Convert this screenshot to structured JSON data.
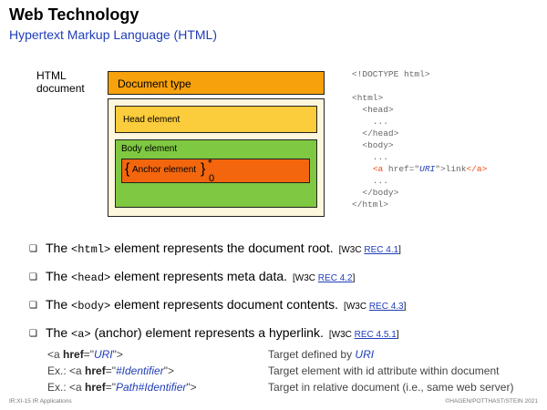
{
  "slide": {
    "title": "Web Technology",
    "subtitle": "Hypertext Markup Language (HTML)"
  },
  "diagram": {
    "html_label_line1": "HTML",
    "html_label_line2": "document",
    "doctype_label": "Document type",
    "head_label": "Head element",
    "body_label": "Body element",
    "anchor_label": "Anchor element",
    "multiplicity_super": "*",
    "multiplicity_sub": "0",
    "brace_open": "{",
    "brace_close": "}"
  },
  "code_lines": {
    "l1": "<!DOCTYPE html>",
    "l2": "<html>",
    "l3": "  <head>",
    "l4": "    ...",
    "l5": "  </head>",
    "l6": "  <body>",
    "l7": "    ...",
    "l8_prefix": "    ",
    "l8_open": "<a",
    "l8_attr": " href=\"",
    "l8_uri": "URI",
    "l8_mid": "\">link",
    "l8_close": "</a>",
    "l9": "    ...",
    "l10": "  </body>",
    "l11": "</html>"
  },
  "bullets": [
    {
      "pre": "The ",
      "tag": "<html>",
      "post": " element represents the document root.",
      "ref_prefix": "[W3C ",
      "ref_link": "REC 4.1",
      "ref_suffix": "]"
    },
    {
      "pre": "The ",
      "tag": "<head>",
      "post": " element represents meta data.",
      "ref_prefix": "[W3C ",
      "ref_link": "REC 4.2",
      "ref_suffix": "]"
    },
    {
      "pre": "The ",
      "tag": "<body>",
      "post": " element represents document contents.",
      "ref_prefix": "[W3C ",
      "ref_link": "REC 4.3",
      "ref_suffix": "]"
    },
    {
      "pre": "The ",
      "tag": "<a>",
      "post": " (anchor) element represents a hyperlink.",
      "ref_prefix": "[W3C ",
      "ref_link": "REC 4.5.1",
      "ref_suffix": "]"
    }
  ],
  "bullet_marker": "❑",
  "examples": [
    {
      "prefix": "<a ",
      "attr": "href",
      "eq": "=\"",
      "val": "URI",
      "end": "\">",
      "desc_pre": "Target defined by ",
      "desc_it": "URI"
    },
    {
      "prefix": "Ex.: <a ",
      "attr": "href",
      "eq": "=\"",
      "val": "#Identifier",
      "end": "\">",
      "desc_pre": "Target element with id attribute within document",
      "desc_it": ""
    },
    {
      "prefix": "Ex.: <a ",
      "attr": "href",
      "eq": "=\"",
      "val": "Path#Identifier",
      "end": "\">",
      "desc_pre": "Target in relative document (i.e., same web server)",
      "desc_it": ""
    }
  ],
  "footer": {
    "left": "IR:XI-15   IR Applications",
    "right": "©HAGEN/POTTHAST/STEIN 2021"
  },
  "colors": {
    "title_blue": "#1f3db8",
    "doctype_orange": "#f7a10c",
    "head_yellow": "#fbcc3c",
    "body_green": "#7fc842",
    "anchor_orange": "#f3660d",
    "code_red": "#ef4a16"
  }
}
